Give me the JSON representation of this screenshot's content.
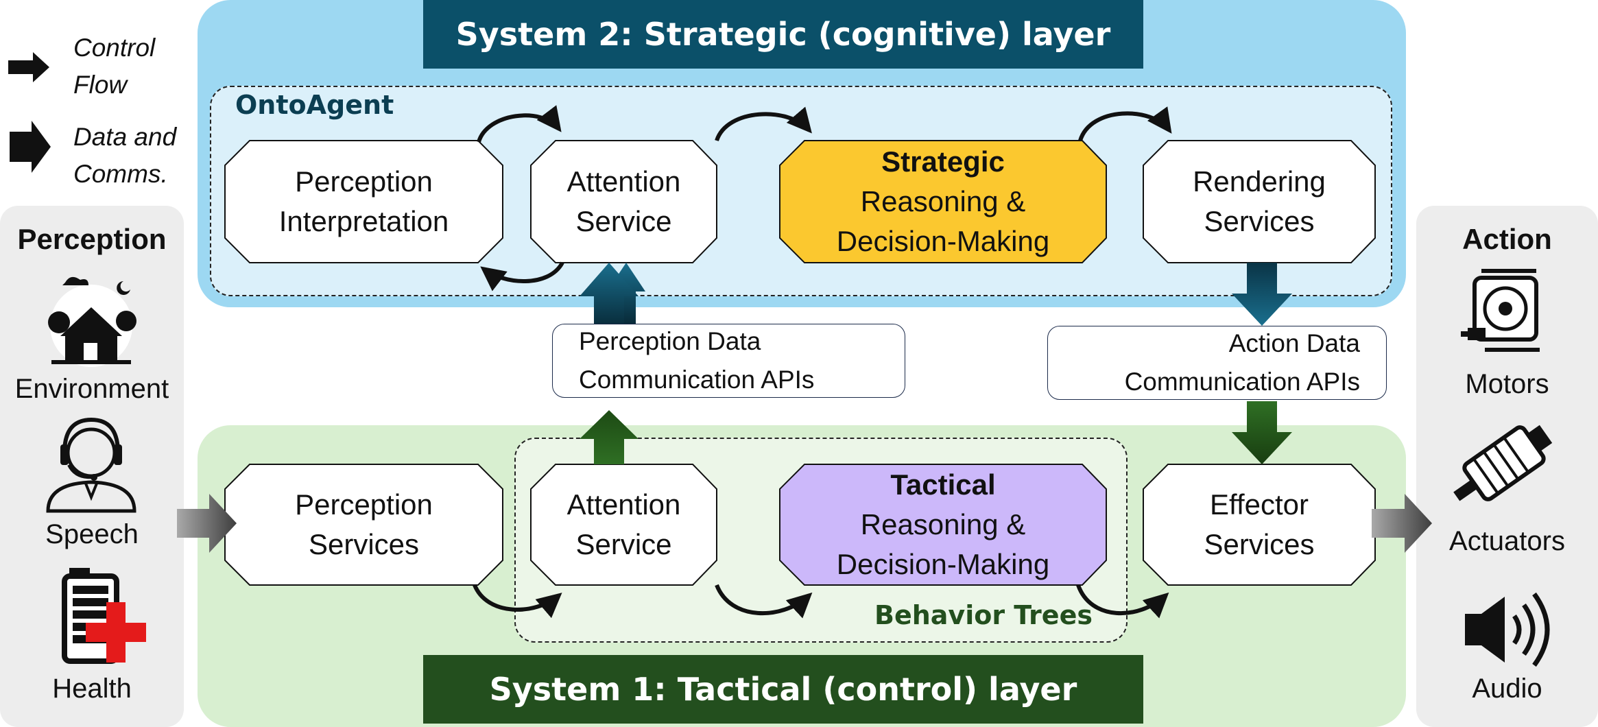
{
  "legend": {
    "control_flow": "Control Flow",
    "data_comms": "Data and Comms."
  },
  "system2": {
    "title": "System 2: Strategic (cognitive) layer",
    "agent_label": "OntoAgent",
    "nodes": {
      "perception_interpretation": "Perception Interpretation",
      "attention_service": "Attention Service",
      "strategic_bold": "Strategic",
      "strategic_rest": "Reasoning & Decision-Making",
      "rendering_services": "Rendering Services"
    }
  },
  "system1": {
    "title": "System 1: Tactical (control) layer",
    "bt_label": "Behavior Trees",
    "nodes": {
      "perception_services": "Perception Services",
      "attention_service": "Attention Service",
      "tactical_bold": "Tactical",
      "tactical_rest": "Reasoning & Decision-Making",
      "effector_services": "Effector Services"
    }
  },
  "apis": {
    "perception": "Perception Data Communication APIs",
    "action": "Action Data Communication APIs"
  },
  "perception_panel": {
    "title": "Perception",
    "items": [
      "Environment",
      "Speech",
      "Health"
    ]
  },
  "action_panel": {
    "title": "Action",
    "items": [
      "Motors",
      "Actuators",
      "Audio"
    ]
  },
  "colors": {
    "system2_bg": "#9dd8f2",
    "system2_banner": "#0b5069",
    "ontoagent_bg": "#dbf0fa",
    "system1_bg": "#d8efd0",
    "system1_banner": "#234f1e",
    "bt_bg": "#ecf6e8",
    "strategic_fill": "#fbc82f",
    "tactical_fill": "#ccb8fa",
    "side_panel": "#ededed"
  }
}
